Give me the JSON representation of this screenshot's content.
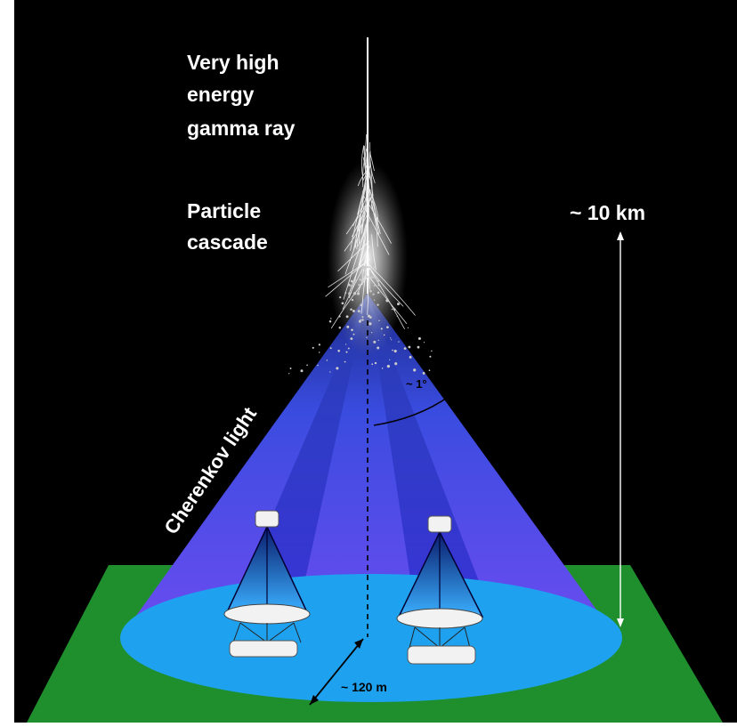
{
  "labels": {
    "gamma_ray": [
      "Very high",
      "energy",
      "gamma ray"
    ],
    "cascade": [
      "Particle",
      "cascade"
    ],
    "cherenkov": "Cherenkov light",
    "height": "~ 10 km",
    "angle": "~ 1°",
    "radius": "~ 120 m"
  },
  "colors": {
    "sky": "#000000",
    "ground": "#1f8f2e",
    "light_pool": "#1ea2f0",
    "cone_light": "#4d5cf2",
    "cone_dark": "#2a2ad8",
    "text": "#ffffff"
  },
  "icons": [
    "telescope-icon",
    "telescope-icon"
  ]
}
